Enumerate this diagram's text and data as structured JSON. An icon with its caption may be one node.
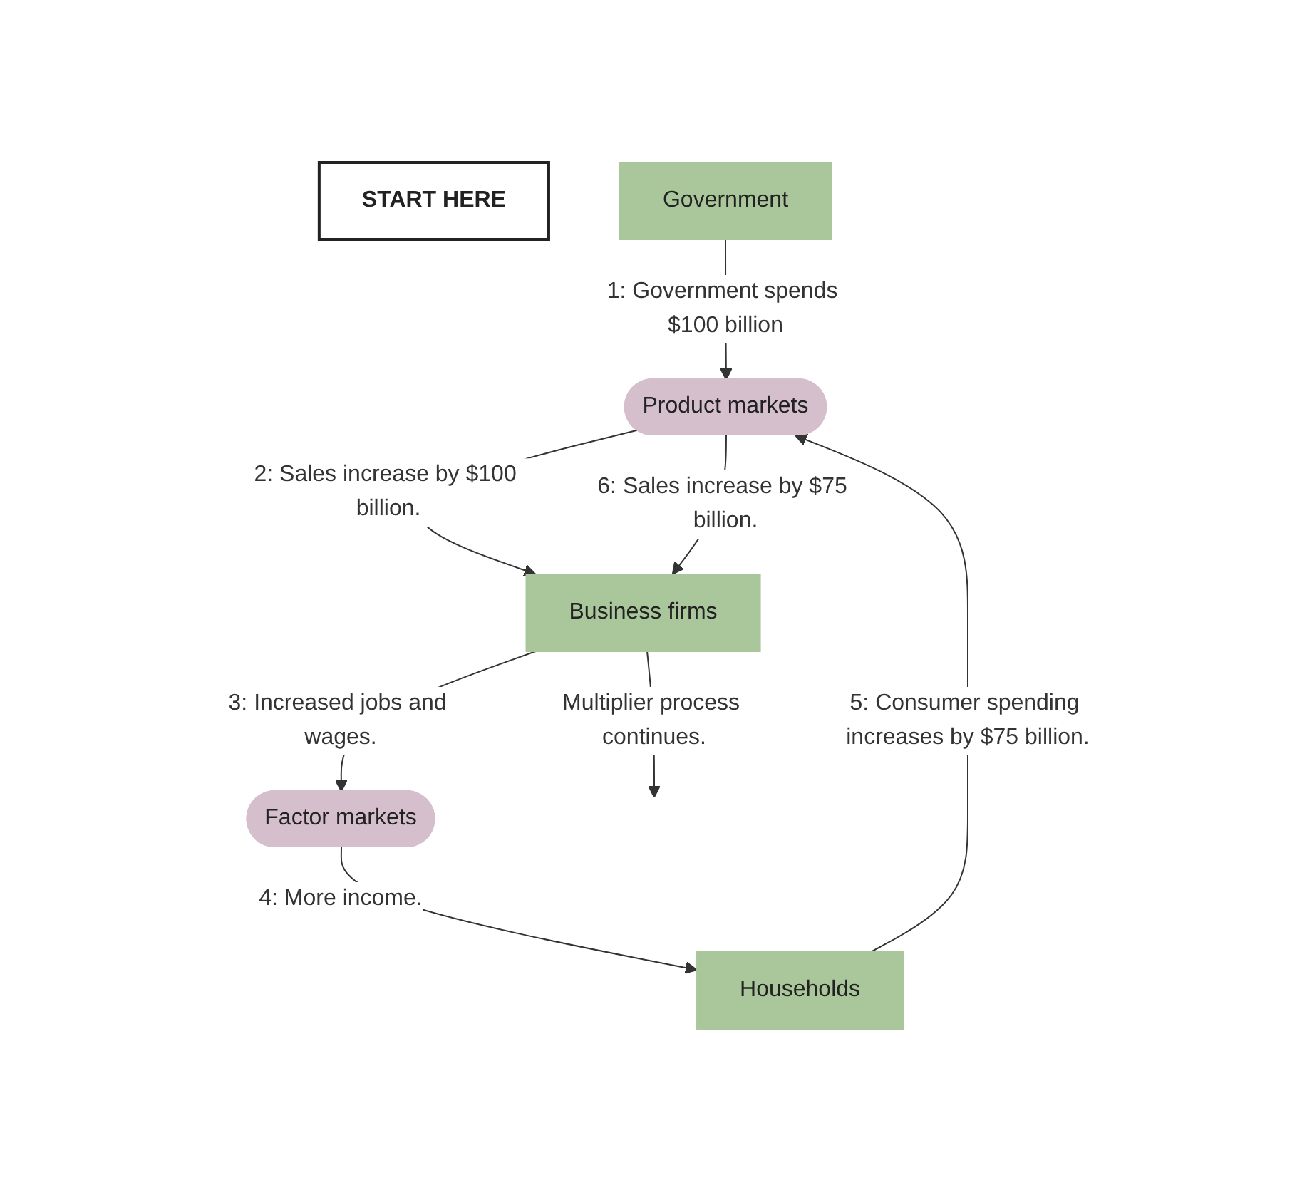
{
  "diagram": {
    "nodes": [
      {
        "text": [
          "Product markets"
        ]
      },
      {
        "text": [
          "START HERE"
        ]
      },
      {
        "text": [
          "Households"
        ]
      },
      {
        "text": [
          "Government"
        ]
      },
      {
        "text": [
          "Business firms"
        ]
      },
      {
        "text": [
          "Factor markets"
        ]
      }
    ],
    "edges": [
      {
        "from": 3,
        "to": 0,
        "arrow": "to",
        "label": "1: Government spends $100 billion"
      },
      {
        "from": 0,
        "to": 4,
        "arrow": "to",
        "label": "2: Sales increase by $100 billion."
      },
      {
        "from": 4,
        "to": 5,
        "arrow": "to",
        "label": "3: Increased jobs and wages."
      },
      {
        "from": 5,
        "to": 2,
        "arrow": "to",
        "label": "4: More income."
      },
      {
        "from": 2,
        "to": 0,
        "arrow": "to",
        "label": "5: Consumer spending increases by $75 billion."
      },
      {
        "from": 0,
        "to": 4,
        "arrow": "to",
        "label": "6: Sales increase by $75 billion."
      },
      {
        "from": 4,
        "to": null,
        "arrow": "to",
        "label": "Multiplier process continues."
      }
    ]
  }
}
